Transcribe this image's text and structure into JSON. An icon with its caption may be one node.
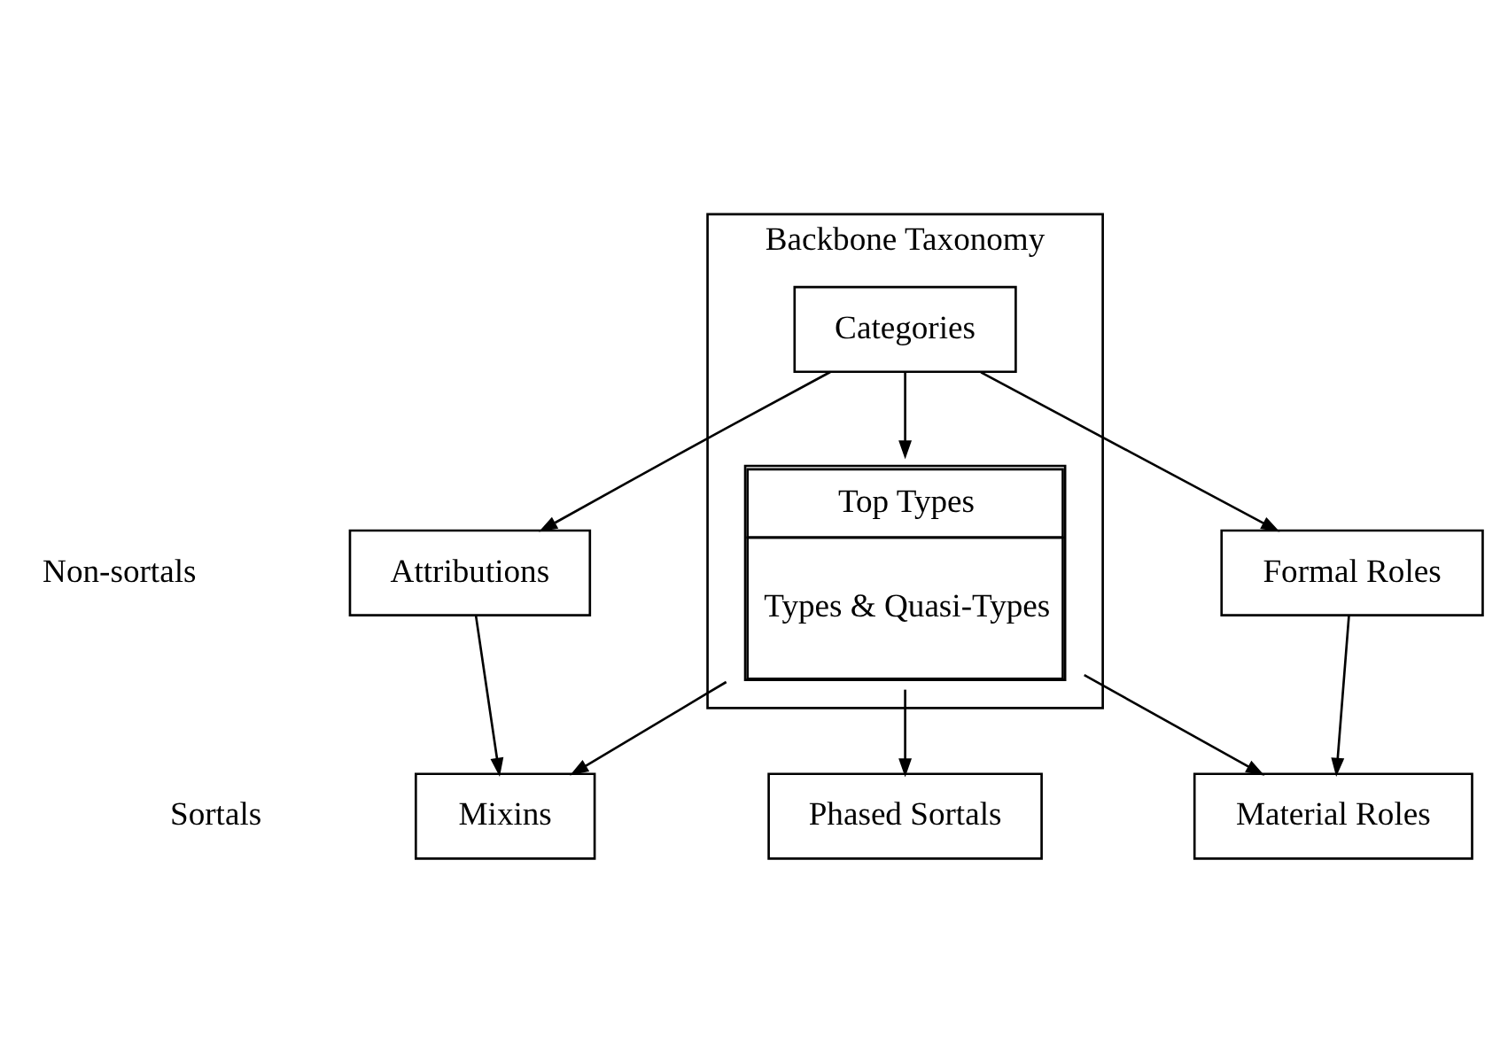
{
  "diagram": {
    "nodes": [
      {
        "text": [
          "Backbone Taxonomy"
        ]
      },
      {
        "text": [
          "Categories"
        ],
        "in": 0
      },
      {
        "text": [
          "Attributions"
        ]
      },
      {
        "text": [
          "Formal Roles"
        ]
      },
      {
        "text": [
          "Top Types",
          "Types & Quasi-Types"
        ],
        "in": 0
      },
      {
        "text": [
          "Mixins"
        ]
      },
      {
        "text": [
          "Material Roles"
        ]
      },
      {
        "text": [
          "Phased Sortals"
        ]
      }
    ],
    "edges": [
      {
        "from": 1,
        "to": 2,
        "arrow": "to"
      },
      {
        "from": 1,
        "to": 3,
        "arrow": "to"
      },
      {
        "from": 1,
        "to": 4,
        "arrow": "to"
      },
      {
        "from": 2,
        "to": 5,
        "arrow": "to"
      },
      {
        "from": 3,
        "to": 6,
        "arrow": "to"
      },
      {
        "from": 4,
        "to": 5,
        "arrow": "to"
      },
      {
        "from": 4,
        "to": 6,
        "arrow": "to"
      },
      {
        "from": 4,
        "to": 7,
        "arrow": "to"
      }
    ],
    "labels": [
      "Non-sortals",
      "Sortals"
    ]
  }
}
